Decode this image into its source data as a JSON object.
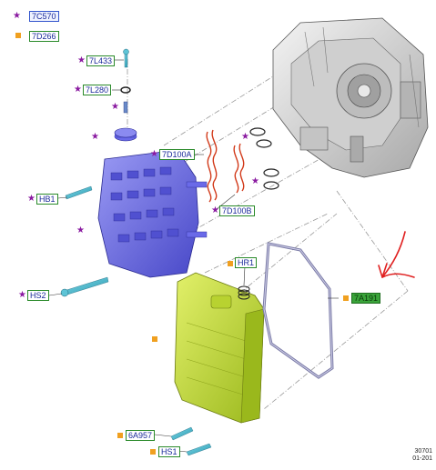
{
  "legend": [
    {
      "marker": "star",
      "code": "7C570"
    },
    {
      "marker": "square",
      "code": "7D266"
    }
  ],
  "callouts": [
    {
      "id": "lbl-7l433",
      "code": "7L433",
      "marker": "star"
    },
    {
      "id": "lbl-7l280",
      "code": "7L280",
      "marker": "star"
    },
    {
      "id": "lbl-7d100a",
      "code": "7D100A",
      "marker": "star"
    },
    {
      "id": "lbl-7d100b",
      "code": "7D100B",
      "marker": "star"
    },
    {
      "id": "lbl-hb1",
      "code": "HB1",
      "marker": "star"
    },
    {
      "id": "lbl-hr1",
      "code": "HR1",
      "marker": "square"
    },
    {
      "id": "lbl-7a191",
      "code": "7A191",
      "marker": "square",
      "highlighted": true
    },
    {
      "id": "lbl-hs2",
      "code": "HS2",
      "marker": "star"
    },
    {
      "id": "lbl-6a957",
      "code": "6A957",
      "marker": "square"
    },
    {
      "id": "lbl-hs1",
      "code": "HS1",
      "marker": "square"
    }
  ],
  "figure": {
    "number": "30701",
    "date": "01-201"
  },
  "colors": {
    "star": "#8a1aa0",
    "square": "#f0a020",
    "valve_body": "#6a6ae8",
    "oil_pan": "#c6e03a",
    "gasket": "#7a7aa6",
    "seals": "#d23a1a",
    "transmission": "#d8d8d8",
    "annotation": "#e02020",
    "label_border": "#2a8a2a",
    "label_highlight": "#3aa43a"
  }
}
